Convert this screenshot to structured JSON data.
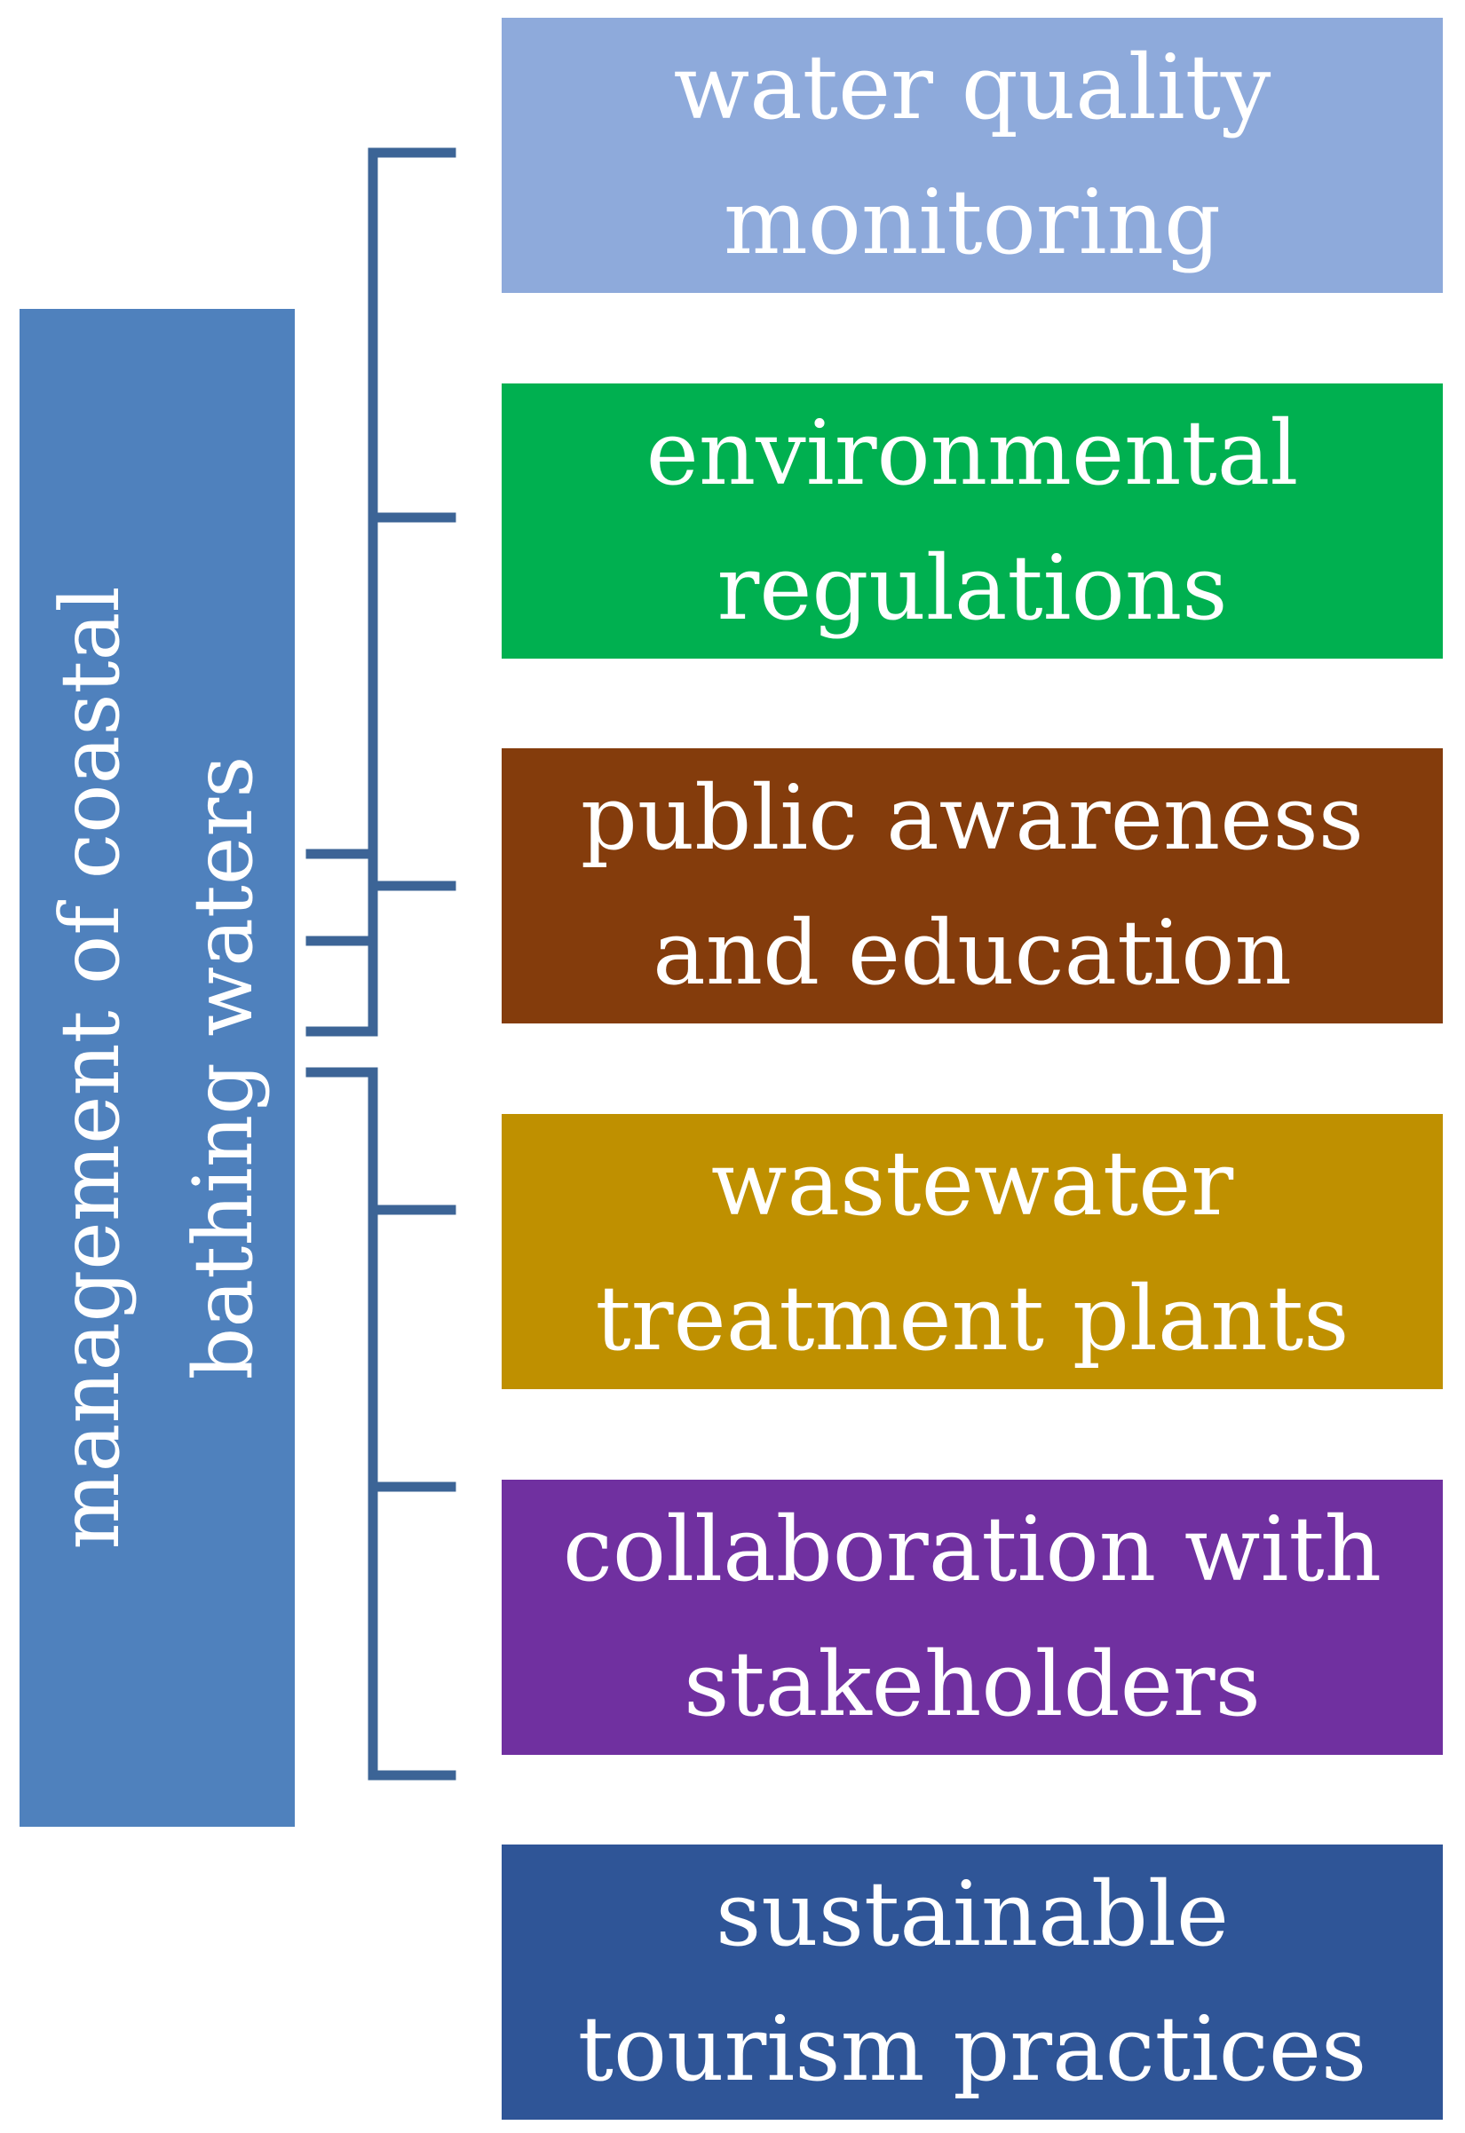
{
  "diagram": {
    "root": {
      "label": "management of coastal\nbathing waters",
      "color": "#4f81bd"
    },
    "connector_color": "#3c6496",
    "categories": [
      {
        "label": "water quality\nmonitoring",
        "color": "#8eaadb"
      },
      {
        "label": "environmental\nregulations",
        "color": "#00b050"
      },
      {
        "label": "public awareness\nand education",
        "color": "#843c0c"
      },
      {
        "label": "wastewater\ntreatment plants",
        "color": "#bf9000"
      },
      {
        "label": "collaboration with\nstakeholders",
        "color": "#7030a0"
      },
      {
        "label": "sustainable\ntourism practices",
        "color": "#2f5597"
      }
    ]
  }
}
